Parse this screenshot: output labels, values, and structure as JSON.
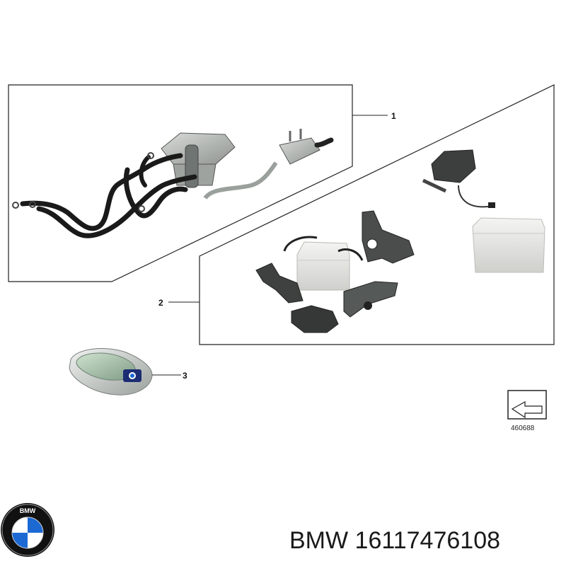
{
  "diagram": {
    "callouts": [
      "1",
      "2",
      "3"
    ],
    "reference_number": "460688"
  },
  "brand": {
    "logo_text": "BMW",
    "logo_colors": {
      "blue": "#1c69d4",
      "ring": "#111111",
      "white": "#ffffff"
    }
  },
  "part": {
    "label": "BMW 16117476108"
  }
}
